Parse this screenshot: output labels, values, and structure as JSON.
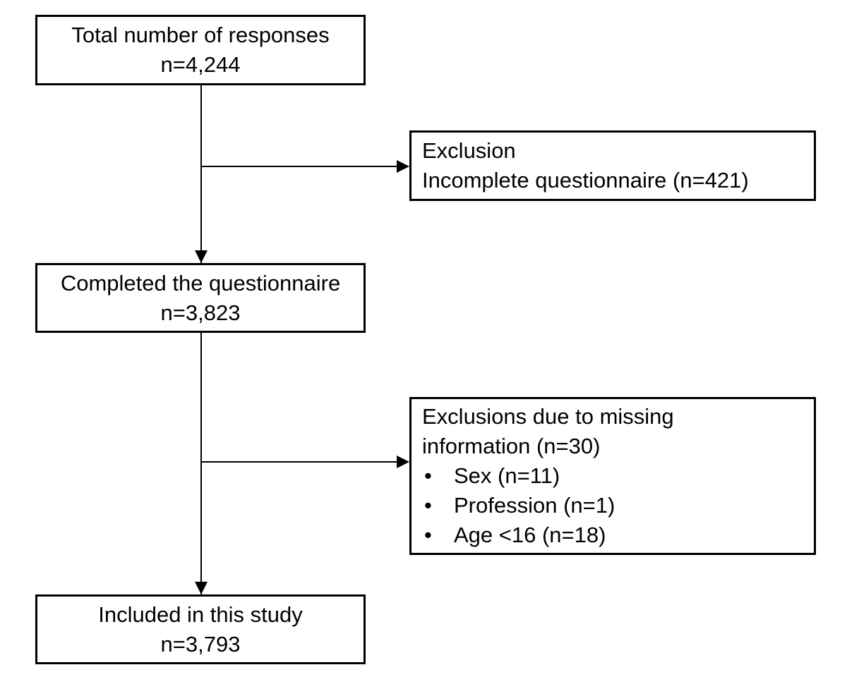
{
  "colors": {
    "background": "#ffffff",
    "border": "#000000",
    "text": "#000000"
  },
  "bullet_char": "•",
  "boxes": {
    "total": {
      "line1": "Total number of responses",
      "line2": "n=4,244"
    },
    "exclusion": {
      "line1": "Exclusion",
      "line2": "Incomplete questionnaire (n=421)"
    },
    "completed": {
      "line1": "Completed the questionnaire",
      "line2": "n=3,823"
    },
    "missing": {
      "line1": "Exclusions due to missing",
      "line2": "information (n=30)",
      "bullets": [
        "Sex (n=11)",
        "Profession (n=1)",
        "Age <16 (n=18)"
      ]
    },
    "included": {
      "line1": "Included in this study",
      "line2": "n=3,793"
    }
  }
}
